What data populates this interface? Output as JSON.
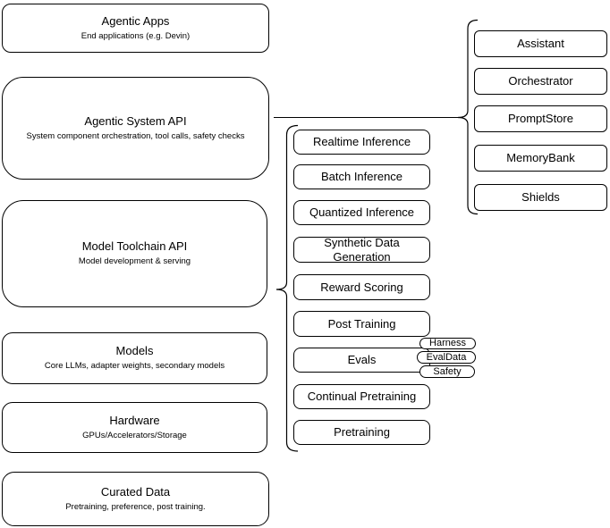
{
  "colors": {
    "background": "#ffffff",
    "box_fill": "#ffffff",
    "stroke": "#000000",
    "text": "#000000"
  },
  "stack_layers": [
    {
      "title": "Agentic Apps",
      "subtitle": "End applications (e.g. Devin)"
    },
    {
      "title": "Agentic System API",
      "subtitle": "System component orchestration, tool calls, safety checks"
    },
    {
      "title": "Model Toolchain API",
      "subtitle": "Model development & serving"
    },
    {
      "title": "Models",
      "subtitle": "Core LLMs, adapter weights, secondary models"
    },
    {
      "title": "Hardware",
      "subtitle": "GPUs/Accelerators/Storage"
    },
    {
      "title": "Curated Data",
      "subtitle": "Pretraining, preference, post training."
    }
  ],
  "toolchain_services": [
    "Realtime Inference",
    "Batch Inference",
    "Quantized Inference",
    "Synthetic Data Generation",
    "Reward Scoring",
    "Post Training",
    "Evals",
    "Continual Pretraining",
    "Pretraining"
  ],
  "eval_tags": [
    "Harness",
    "EvalData",
    "Safety"
  ],
  "system_components": [
    "Assistant",
    "Orchestrator",
    "PromptStore",
    "MemoryBank",
    "Shields"
  ]
}
